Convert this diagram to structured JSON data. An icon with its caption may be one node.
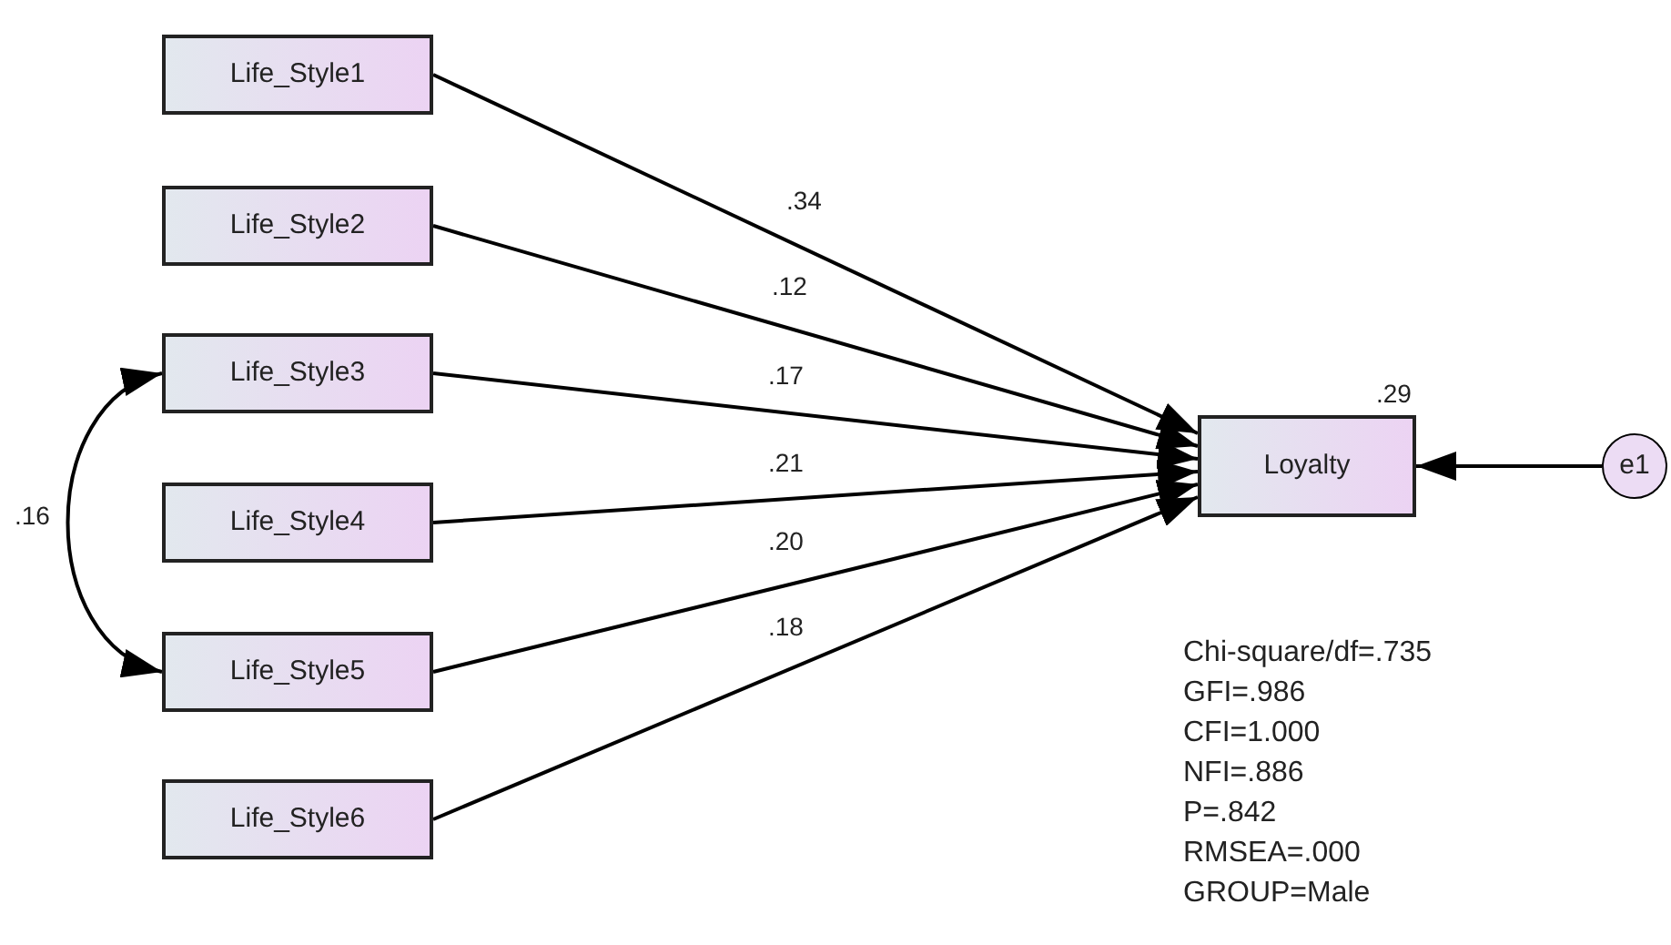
{
  "diagram": {
    "nodes": [
      {
        "text": [
          "Life_Style1"
        ]
      },
      {
        "text": [
          "Life_Style2"
        ]
      },
      {
        "text": [
          "Life_Style3"
        ]
      },
      {
        "text": [
          "Life_Style4"
        ]
      },
      {
        "text": [
          "Life_Style5"
        ]
      },
      {
        "text": [
          "Life_Style6"
        ]
      },
      {
        "text": [
          "Loyalty"
        ],
        "beside": [
          ".29"
        ]
      },
      {
        "text": [
          "e1"
        ]
      }
    ],
    "edges": [
      {
        "from": 0,
        "to": 6,
        "arrow": "to",
        "label": ".34"
      },
      {
        "from": 1,
        "to": 6,
        "arrow": "to",
        "label": ".12"
      },
      {
        "from": 2,
        "to": 6,
        "arrow": "to",
        "label": ".17"
      },
      {
        "from": 3,
        "to": 6,
        "arrow": "to",
        "label": ".21"
      },
      {
        "from": 4,
        "to": 6,
        "arrow": "to",
        "label": ".20"
      },
      {
        "from": 5,
        "to": 6,
        "arrow": "to",
        "label": ".18"
      },
      {
        "from": 2,
        "to": 4,
        "arrow": "both",
        "label": ".16"
      },
      {
        "from": 7,
        "to": 6,
        "arrow": "to"
      }
    ],
    "labels": [
      "Chi-square/df=.735",
      "GFI=.986",
      "CFI=1.000",
      "NFI=.886",
      "P=.842",
      "RMSEA=.000",
      "GROUP=Male"
    ]
  }
}
